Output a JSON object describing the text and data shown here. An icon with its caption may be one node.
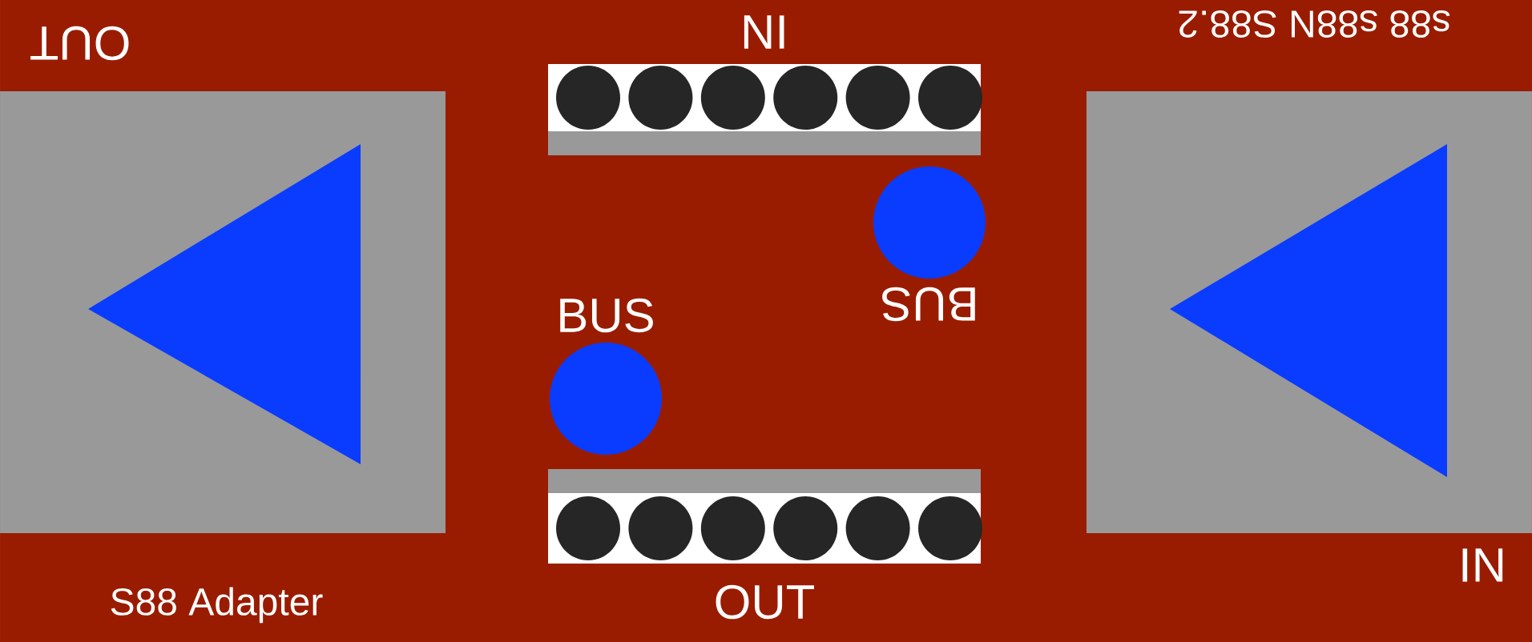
{
  "diagram": {
    "nodes": [
      {
        "text": [
          "IN"
        ]
      },
      {
        "text": [
          "BUS"
        ]
      },
      {
        "text": [
          "BUS"
        ]
      },
      {
        "text": [
          "OUT"
        ]
      },
      {
        "text": [
          "OUT"
        ]
      },
      {
        "text": [
          "IN"
        ]
      }
    ],
    "labels": [
      "s88 s88N S88.2",
      "S88 Adapter"
    ]
  }
}
